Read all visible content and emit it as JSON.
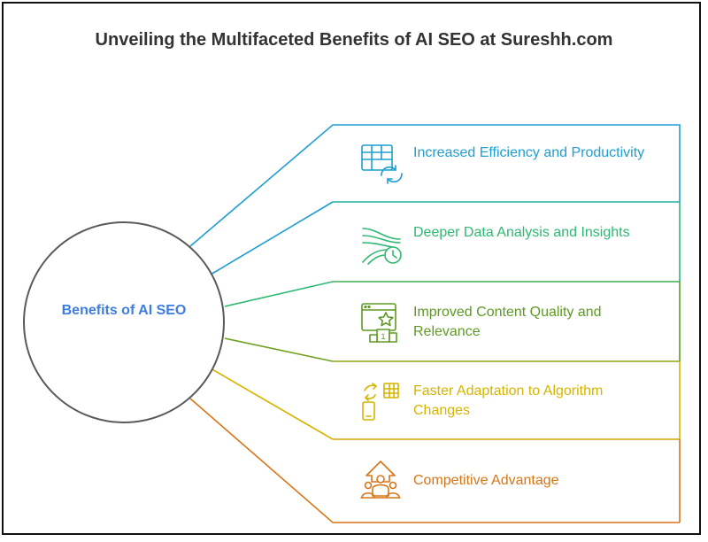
{
  "title": "Unveiling the Multifaceted Benefits of AI SEO at Sureshh.com",
  "center": {
    "label": "Benefits of AI SEO"
  },
  "items": [
    {
      "label": "Increased Efficiency and Productivity",
      "icon": "table-refresh-icon",
      "color": "#1e9ed2"
    },
    {
      "label": "Deeper Data Analysis and Insights",
      "icon": "data-flow-clock-icon",
      "color": "#2eb872"
    },
    {
      "label": "Improved Content Quality and Relevance",
      "icon": "content-star-podium-icon",
      "color": "#5f9a24"
    },
    {
      "label": "Faster Adaptation to Algorithm Changes",
      "icon": "adaptation-devices-icon",
      "color": "#d6b400"
    },
    {
      "label": "Competitive Advantage",
      "icon": "competitive-arrow-icon",
      "color": "#d87516"
    }
  ]
}
